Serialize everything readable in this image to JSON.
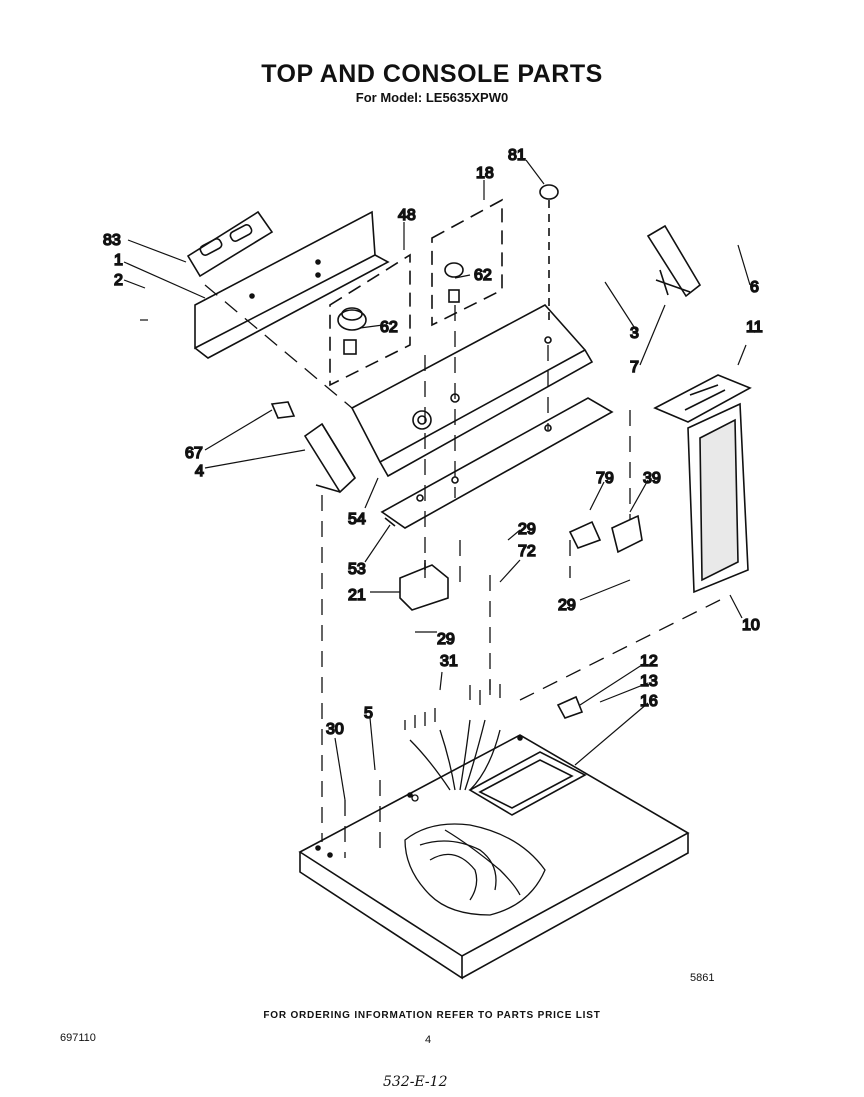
{
  "header": {
    "title": "TOP AND CONSOLE PARTS",
    "subtitle": "For Model: LE5635XPW0"
  },
  "callouts": {
    "c83": "83",
    "c1": "1",
    "c2": "2",
    "c48": "48",
    "c18": "18",
    "c81": "81",
    "c62a": "62",
    "c62b": "62",
    "c3": "3",
    "c6": "6",
    "c7": "7",
    "c11": "11",
    "c67": "67",
    "c4": "4",
    "c54": "54",
    "c53": "53",
    "c79": "79",
    "c39": "39",
    "c29a": "29",
    "c72": "72",
    "c21": "21",
    "c29b": "29",
    "c29c": "29",
    "c10": "10",
    "c31": "31",
    "c12": "12",
    "c13": "13",
    "c16": "16",
    "c5": "5",
    "c30": "30"
  },
  "footer": {
    "drawing_no": "5861",
    "ordering_note": "FOR ORDERING INFORMATION REFER TO PARTS PRICE LIST",
    "doc_no": "697110",
    "page_no": "4",
    "handwritten": "532-E-12"
  }
}
